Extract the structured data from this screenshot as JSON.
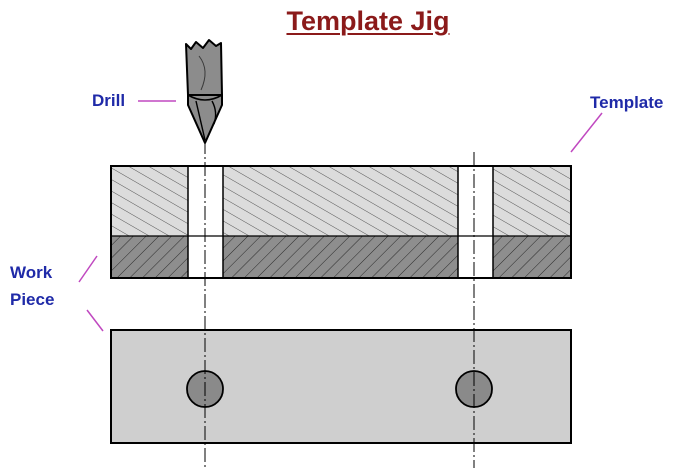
{
  "title": "Template Jig",
  "labels": {
    "drill": "Drill",
    "template": "Template",
    "work_line1": "Work",
    "work_line2": "Piece"
  },
  "colors": {
    "title": "#8b1a1a",
    "label_text": "#1f2aa8",
    "leader": "#c048c0",
    "template_fill": "#dcdcdc",
    "workpiece_side_fill": "#8e8e8e",
    "workpiece_top_fill": "#cfcfcf",
    "hole_fill": "#8a8a8a",
    "drill_fill": "#8c8c8c",
    "outline": "#000000"
  }
}
